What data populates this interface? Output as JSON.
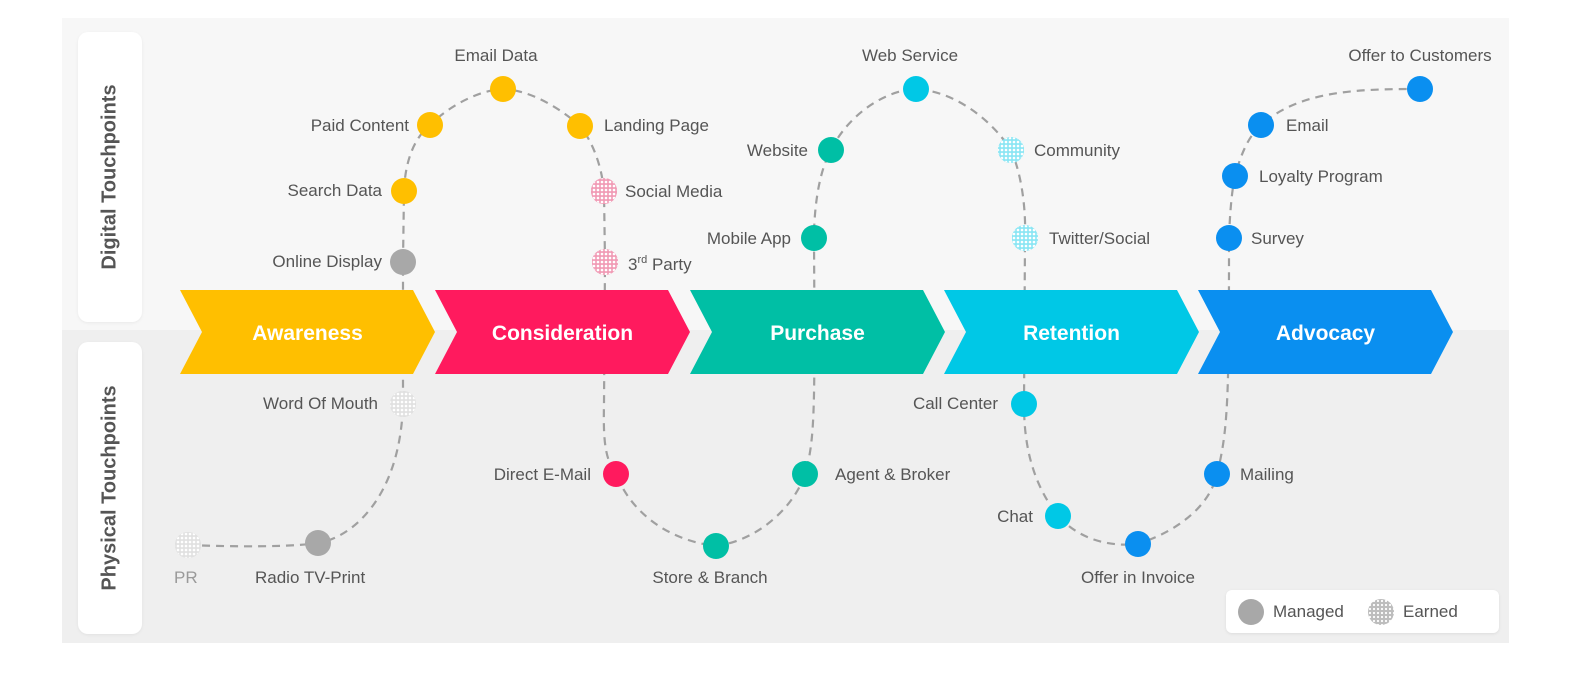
{
  "rows": {
    "digital": "Digital Touchpoints",
    "physical": "Physical Touchpoints"
  },
  "stages": [
    {
      "label": "Awareness",
      "color": "#FFBF00"
    },
    {
      "label": "Consideration",
      "color": "#FF1A5E"
    },
    {
      "label": "Purchase",
      "color": "#00BFA5"
    },
    {
      "label": "Retention",
      "color": "#00C8E6"
    },
    {
      "label": "Advocacy",
      "color": "#0A8FF0"
    }
  ],
  "touchpoints": [
    {
      "label": "PR",
      "stage": "none",
      "style": "earned",
      "color": "#BDBDBD"
    },
    {
      "label": "Radio TV-Print",
      "stage": "none",
      "style": "managed",
      "color": "#A8A8A8"
    },
    {
      "label": "Word Of Mouth",
      "stage": "Awareness",
      "style": "earned",
      "color": "#BDBDBD"
    },
    {
      "label": "Online Display",
      "stage": "Awareness",
      "style": "managed",
      "color": "#A8A8A8"
    },
    {
      "label": "Search Data",
      "stage": "Awareness",
      "style": "managed",
      "color": "#FFBF00"
    },
    {
      "label": "Paid Content",
      "stage": "Awareness",
      "style": "managed",
      "color": "#FFBF00"
    },
    {
      "label": "Email Data",
      "stage": "Awareness",
      "style": "managed",
      "color": "#FFBF00"
    },
    {
      "label": "Landing Page",
      "stage": "Consideration",
      "style": "managed",
      "color": "#FFBF00"
    },
    {
      "label": "Social Media",
      "stage": "Consideration",
      "style": "earned",
      "color": "#E0245E"
    },
    {
      "label": "3rd Party",
      "stage": "Consideration",
      "style": "earned",
      "color": "#E0245E"
    },
    {
      "label": "Direct E-Mail",
      "stage": "Consideration",
      "style": "managed",
      "color": "#FF1A5E"
    },
    {
      "label": "Store & Branch",
      "stage": "Purchase",
      "style": "managed",
      "color": "#00BFA5"
    },
    {
      "label": "Agent & Broker",
      "stage": "Purchase",
      "style": "managed",
      "color": "#00BFA5"
    },
    {
      "label": "Mobile App",
      "stage": "Purchase",
      "style": "managed",
      "color": "#00BFA5"
    },
    {
      "label": "Website",
      "stage": "Purchase",
      "style": "managed",
      "color": "#00BFA5"
    },
    {
      "label": "Web Service",
      "stage": "Purchase",
      "style": "managed",
      "color": "#00C8E6"
    },
    {
      "label": "Community",
      "stage": "Retention",
      "style": "earned",
      "color": "#00C8E6"
    },
    {
      "label": "Twitter/Social",
      "stage": "Retention",
      "style": "earned",
      "color": "#00C8E6"
    },
    {
      "label": "Call Center",
      "stage": "Retention",
      "style": "managed",
      "color": "#00C8E6"
    },
    {
      "label": "Chat",
      "stage": "Retention",
      "style": "managed",
      "color": "#00C8E6"
    },
    {
      "label": "Offer in Invoice",
      "stage": "Retention",
      "style": "managed",
      "color": "#0A8FF0"
    },
    {
      "label": "Mailing",
      "stage": "Advocacy",
      "style": "managed",
      "color": "#0A8FF0"
    },
    {
      "label": "Survey",
      "stage": "Advocacy",
      "style": "managed",
      "color": "#0A8FF0"
    },
    {
      "label": "Loyalty Program",
      "stage": "Advocacy",
      "style": "managed",
      "color": "#0A8FF0"
    },
    {
      "label": "Email",
      "stage": "Advocacy",
      "style": "managed",
      "color": "#0A8FF0"
    },
    {
      "label": "Offer to Customers",
      "stage": "Advocacy",
      "style": "managed",
      "color": "#0A8FF0"
    }
  ],
  "legend": {
    "managed": "Managed",
    "earned": "Earned"
  },
  "colors": {
    "managed_swatch": "#A8A8A8",
    "earned_swatch": "#BDBDBD",
    "path": "#A0A0A0",
    "label_text": "#555555"
  }
}
